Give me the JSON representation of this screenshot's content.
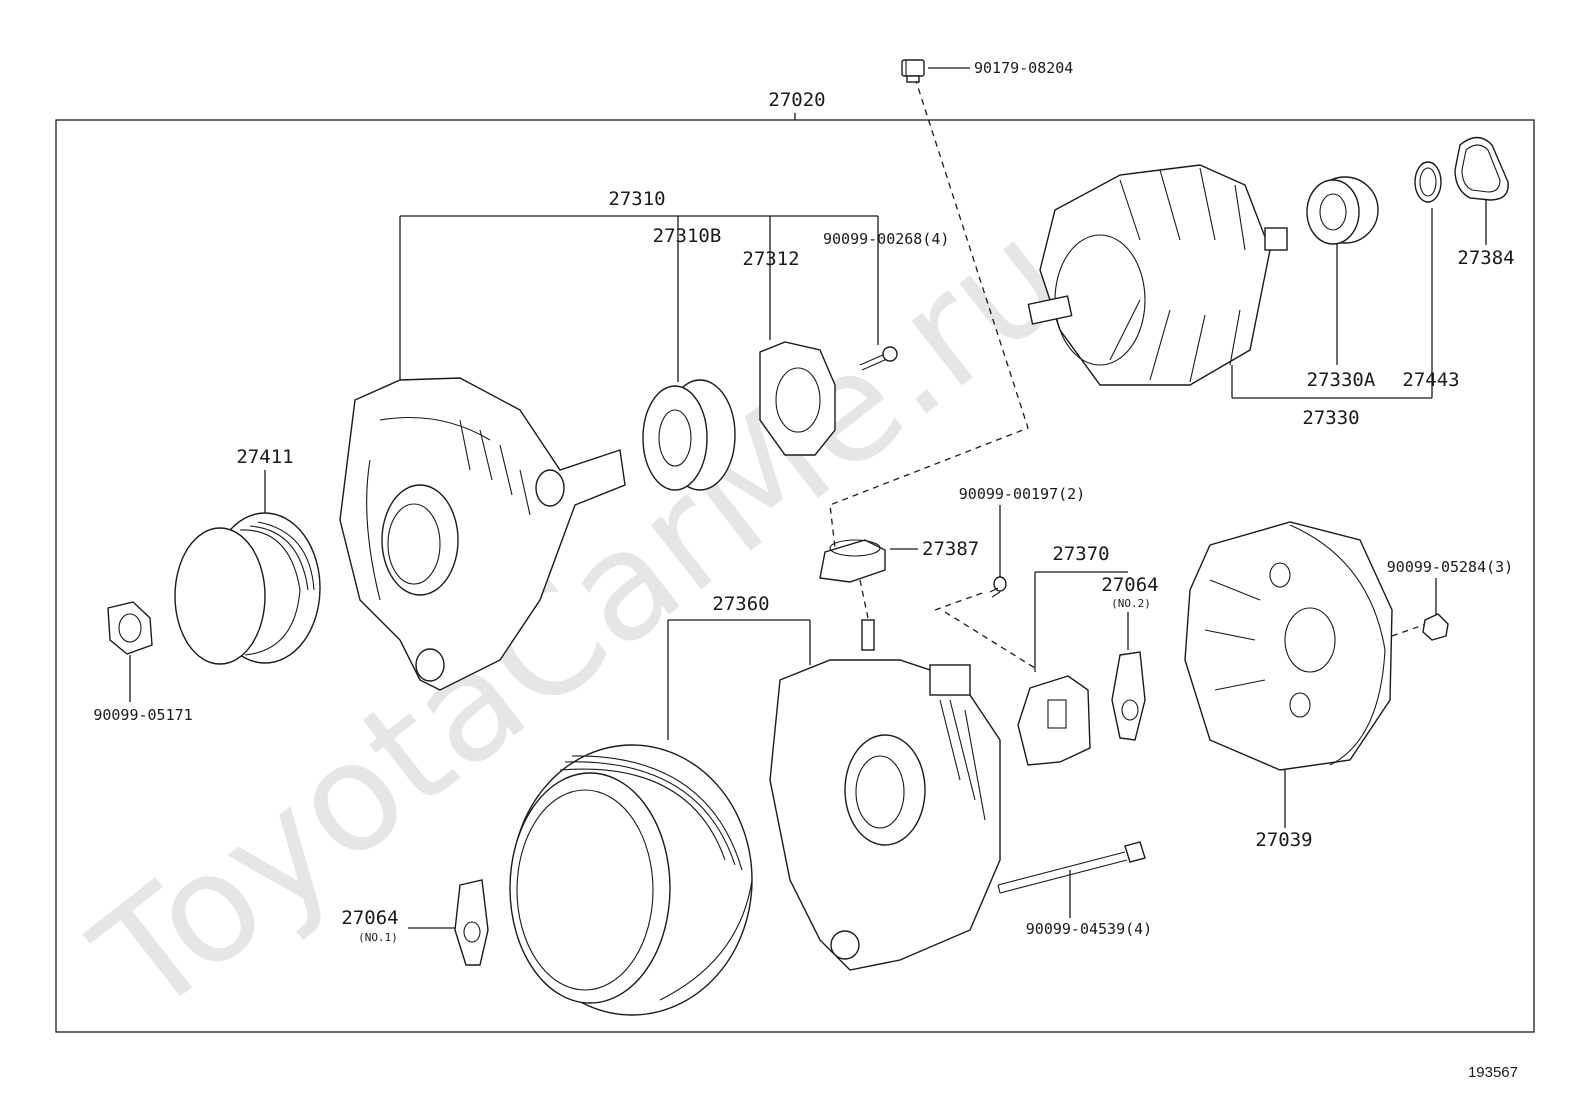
{
  "watermark": "ToyotaCarMe.ru",
  "diagram_ref": "193567",
  "labels": {
    "assy": "27020",
    "top_bolt": "90179-08204",
    "drive_frame_assy": "27310",
    "bearing_front": "27310B",
    "retainer_plate": "27312",
    "screw_4": "90099-00268(4)",
    "pulley": "27411",
    "pulley_nut": "90099-05171",
    "rotor_assy": "27330",
    "rotor_bearing": "27330A",
    "cover_ring": "27443",
    "spacer": "27384",
    "insulator": "27387",
    "screw_2": "90099-00197(2)",
    "brush_holder": "27370",
    "plate_no2": "27064",
    "plate_no2_sub": "(NO.2)",
    "nut_3": "90099-05284(3)",
    "rectifier_end_frame": "27360",
    "plate_no1": "27064",
    "plate_no1_sub": "(NO.1)",
    "through_bolt": "90099-04539(4)",
    "end_cover": "27039"
  }
}
